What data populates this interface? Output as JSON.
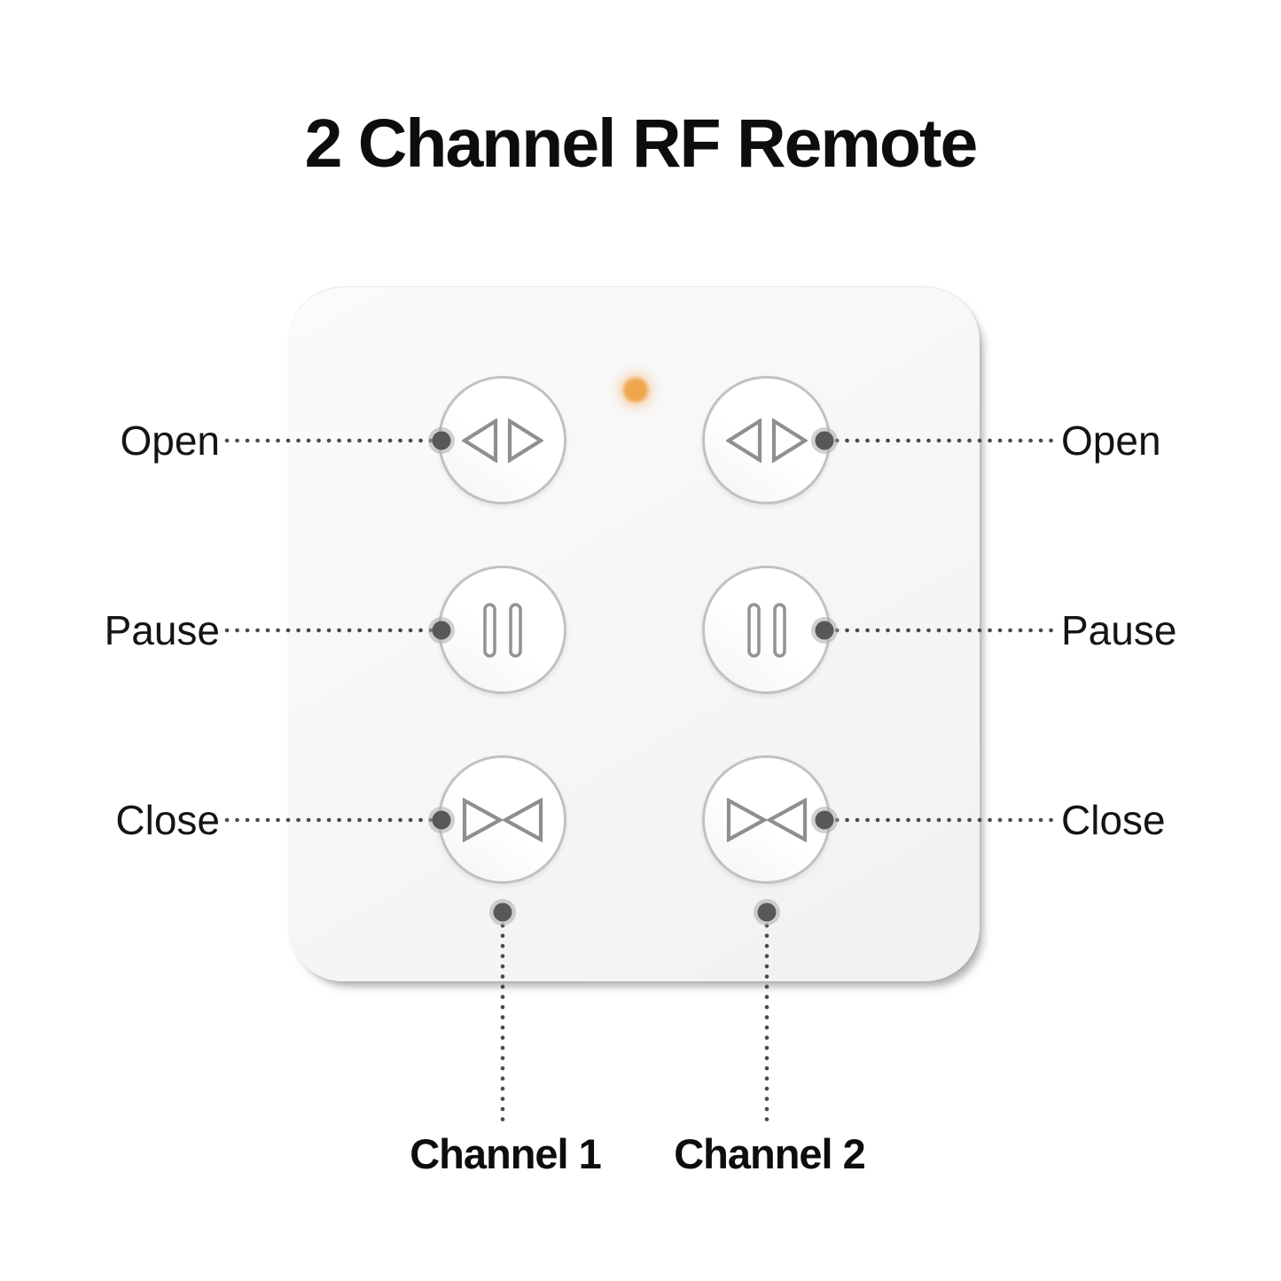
{
  "title": "2 Channel RF Remote",
  "colors": {
    "led": "#F1A54D",
    "icon_stroke": "#8F8F8F",
    "button_border": "#C1C1C1",
    "panel_background": "#F6F6F7",
    "leader_dots": "#4A4A4A",
    "connector_dot": "#585858",
    "label_text": "#141414"
  },
  "device": {
    "led_icon": "status-led-icon",
    "channels": [
      {
        "id": "Channel 1",
        "buttons": [
          {
            "action": "Open",
            "icon": "open-arrows-icon"
          },
          {
            "action": "Pause",
            "icon": "pause-bars-icon"
          },
          {
            "action": "Close",
            "icon": "close-arrows-icon"
          }
        ]
      },
      {
        "id": "Channel 2",
        "buttons": [
          {
            "action": "Open",
            "icon": "open-arrows-icon"
          },
          {
            "action": "Pause",
            "icon": "pause-bars-icon"
          },
          {
            "action": "Close",
            "icon": "close-arrows-icon"
          }
        ]
      }
    ]
  },
  "labels": {
    "left": [
      "Open",
      "Pause",
      "Close"
    ],
    "right": [
      "Open",
      "Pause",
      "Close"
    ],
    "channels": [
      "Channel 1",
      "Channel 2"
    ]
  }
}
